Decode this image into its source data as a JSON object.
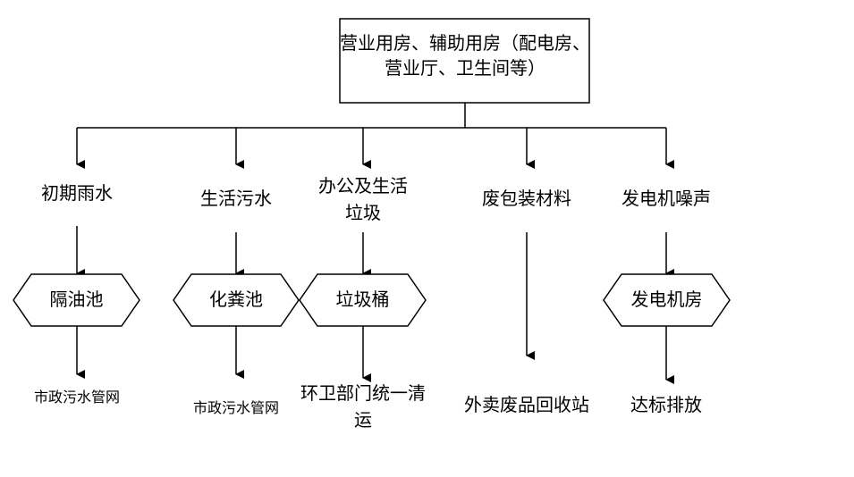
{
  "top_box": {
    "text": "营业用房、辅助用房（配电房、营业厅、卫生间等）"
  },
  "columns": [
    {
      "source": "初期雨水",
      "treatment": "隔油池",
      "destination": "市政污水管网"
    },
    {
      "source": "生活污水",
      "treatment": "化粪池",
      "destination": "市政污水管网"
    },
    {
      "source_line1": "办公及生活",
      "source_line2": "垃圾",
      "treatment": "垃圾桶",
      "destination_line1": "环卫部门统一清",
      "destination_line2": "运"
    },
    {
      "source": "废包装材料",
      "destination": "外卖废品回收站"
    },
    {
      "source": "发电机噪声",
      "treatment": "发电机房",
      "destination": "达标排放"
    }
  ],
  "colors": {
    "line": "#000000",
    "background": "#ffffff"
  }
}
